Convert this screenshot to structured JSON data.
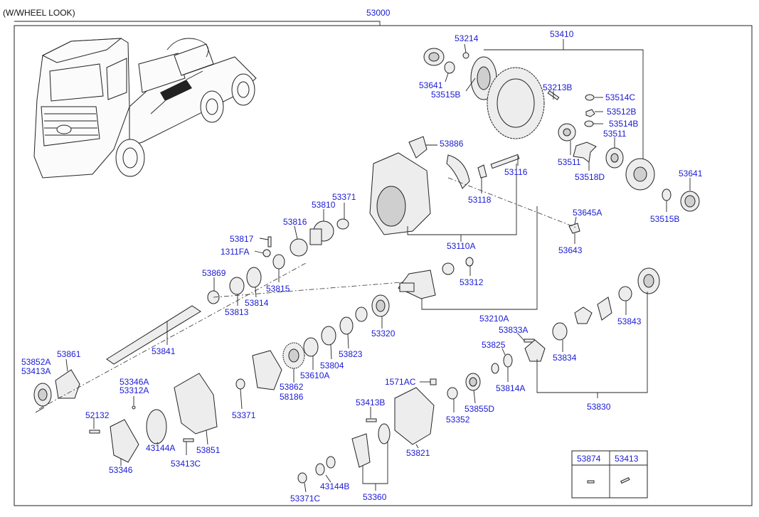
{
  "header": {
    "variant": "(W/WHEEL LOOK)",
    "main_assembly": "53000"
  },
  "labels": {
    "p53214": "53214",
    "p53410": "53410",
    "p53641_top": "53641",
    "p53515b_top": "53515B",
    "p53213b": "53213B",
    "p53514c": "53514C",
    "p53512b": "53512B",
    "p53514b": "53514B",
    "p53511_a": "53511",
    "p53511_b": "53511",
    "p53518d": "53518D",
    "p53641_right": "53641",
    "p53515b_right": "53515B",
    "p53886": "53886",
    "p53116": "53116",
    "p53118": "53118",
    "p53645a": "53645A",
    "p53643": "53643",
    "p53110a": "53110A",
    "p53371_top": "53371",
    "p53810": "53810",
    "p53816": "53816",
    "p53817": "53817",
    "p1311fa": "1311FA",
    "p53869": "53869",
    "p53815": "53815",
    "p53814": "53814",
    "p53813": "53813",
    "p53312": "53312",
    "p53210a": "53210A",
    "p53841": "53841",
    "p53320": "53320",
    "p53823": "53823",
    "p53804": "53804",
    "p53610a": "53610A",
    "p53862": "53862",
    "p58186": "58186",
    "p53833a": "53833A",
    "p53825": "53825",
    "p53814a": "53814A",
    "p53834": "53834",
    "p53843": "53843",
    "p53830": "53830",
    "p53852a": "53852A",
    "p53413a": "53413A",
    "p53861": "53861",
    "p53346a": "53346A",
    "p53312a": "53312A",
    "p52132": "52132",
    "p43144a": "43144A",
    "p53371_mid": "53371",
    "p53851": "53851",
    "p53413c": "53413C",
    "p53346": "53346",
    "p1571ac": "1571AC",
    "p53413b": "53413B",
    "p53352": "53352",
    "p53855d": "53855D",
    "p53821": "53821",
    "p53371c": "53371C",
    "p43144b": "43144B",
    "p53360": "53360"
  },
  "legend_box": {
    "col1": "53874",
    "col2": "53413"
  }
}
